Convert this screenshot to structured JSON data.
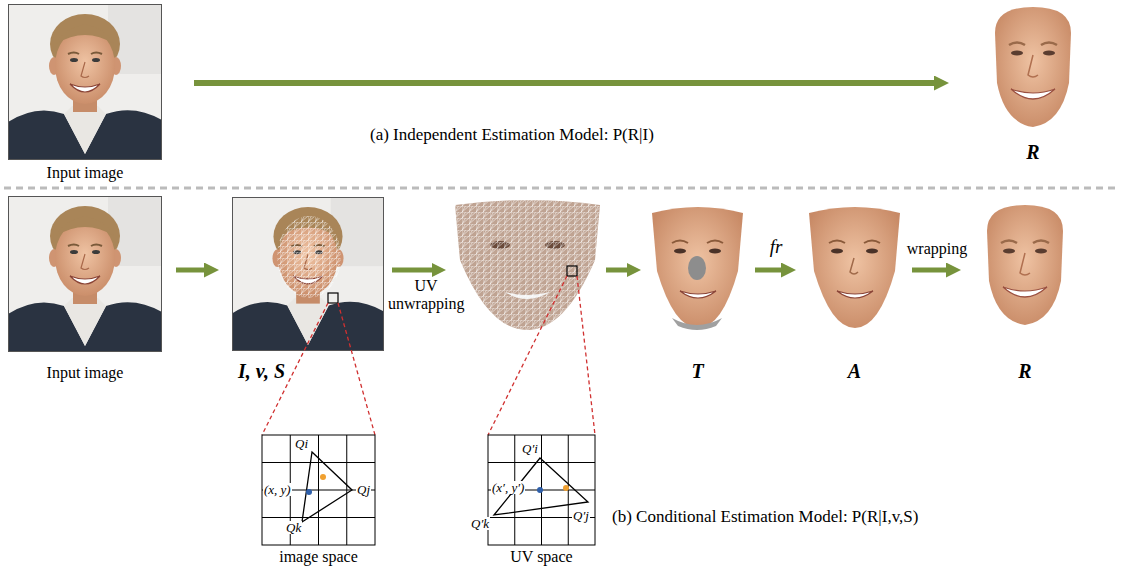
{
  "diagram": {
    "nodes": [
      {
        "text": [
          "Input image"
        ]
      },
      {
        "text": [
          "R"
        ]
      },
      {
        "text": [
          "Input image"
        ]
      },
      {
        "text": [
          "I, v, S"
        ]
      },
      {
        "text": [
          "T"
        ]
      },
      {
        "text": [
          "A"
        ]
      },
      {
        "text": [
          "R"
        ]
      },
      {
        "text": [
          "image space"
        ]
      },
      {
        "text": [
          "UV space"
        ]
      }
    ],
    "edges": [
      {
        "from": 0,
        "to": 1,
        "arrow": "to"
      },
      {
        "from": 2,
        "to": 3,
        "arrow": "to"
      },
      {
        "from": 4,
        "to": 5,
        "label": "fr",
        "arrow": "to"
      },
      {
        "from": 5,
        "to": 6,
        "label": "wrapping",
        "arrow": "to"
      }
    ],
    "labels": [
      "(a) Independent Estimation Model: P(R|I)",
      "(b) Conditional Estimation Model: P(R|I,v,S)",
      "UV unwrapping",
      "Qi",
      "(x, y)",
      "Qj",
      "Qk",
      "Q′i",
      "(x′, y′)",
      "Q′j",
      "Q′k"
    ]
  }
}
